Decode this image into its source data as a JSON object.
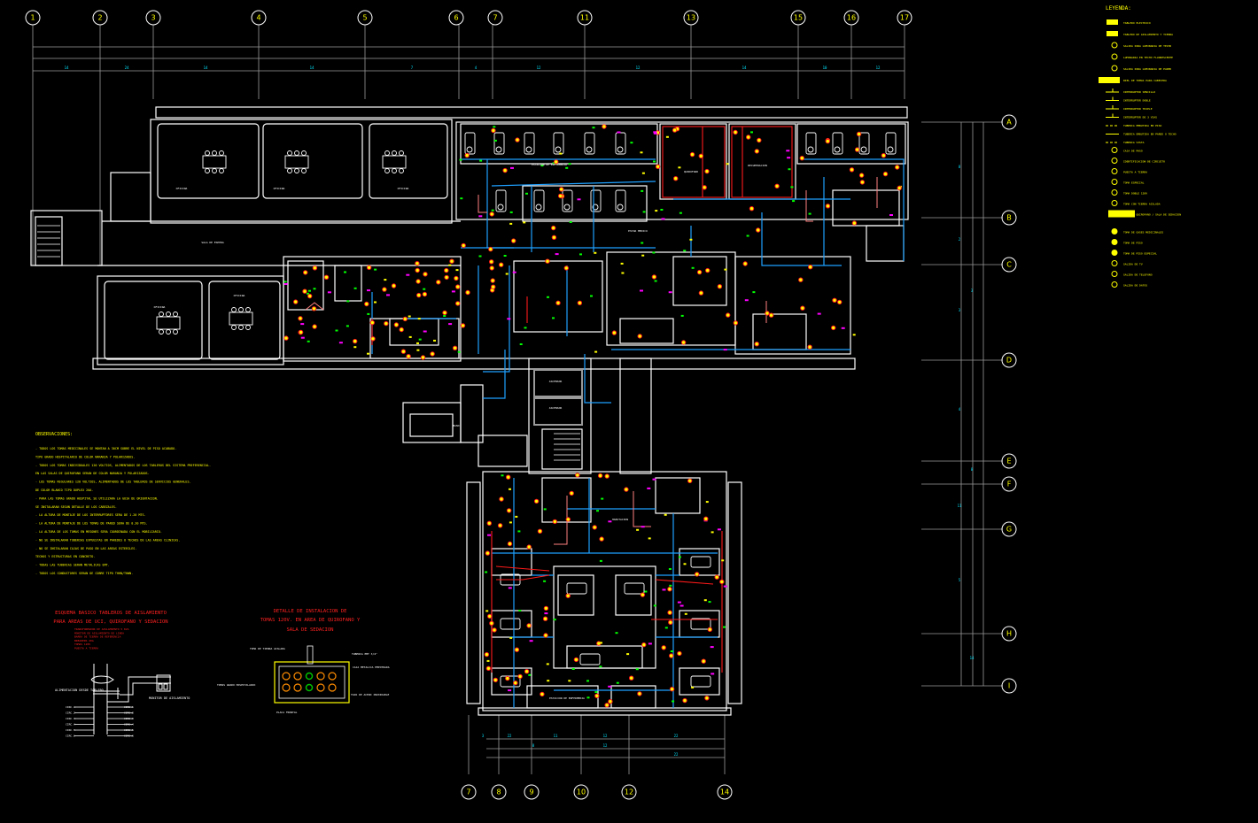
{
  "drawing": {
    "type": "Electrical floor plan (CAD)",
    "background": "#000000"
  },
  "colors": {
    "wall": "#ffffff",
    "grid": "#9a9a9a",
    "bubble_text": "#ffff00",
    "dimension_text": "#00e5ff",
    "conduit_blue": "#1ea0ff",
    "circuit_red": "#ff1a1a",
    "note_yellow": "#ffff00",
    "title_red": "#ff2020",
    "outlet_orange": "#ff8c00",
    "outlet_green": "#00c000",
    "device_magenta": "#ff00ff",
    "device_green": "#00ff00",
    "pink_fixture": "#ff8080"
  },
  "grid_axes_top": [
    "1",
    "2",
    "3",
    "4",
    "5",
    "6",
    "7",
    "11",
    "13",
    "15",
    "16",
    "17"
  ],
  "grid_axes_bottom": [
    "7",
    "8",
    "9",
    "10",
    "12",
    "14"
  ],
  "grid_axes_right": [
    "A",
    "B",
    "C",
    "D",
    "E",
    "F",
    "G",
    "H",
    "I"
  ],
  "dimensions_top": [
    "14",
    "24",
    "14",
    "14",
    "7",
    "4",
    "12",
    "12",
    "14",
    "10",
    "12"
  ],
  "dimensions_right": [
    "8",
    "2",
    "3",
    "3",
    "4",
    "8",
    "11",
    "5",
    "14"
  ],
  "dimensions_bottom": [
    "3",
    "22",
    "11",
    "12",
    "22",
    "8",
    "12",
    "22"
  ],
  "legend": {
    "title": "LEYENDA:",
    "items": [
      {
        "symbol": "panel-icon",
        "label": "TABLERO ELECTRICO"
      },
      {
        "symbol": "panel-ground-icon",
        "label": "TABLERO DE AISLAMIENTO Y TIERRA"
      },
      {
        "symbol": "circle-x-icon",
        "label": "SALIDA PARA LUMINARIA DE TECHO"
      },
      {
        "symbol": "ceiling-light-icon",
        "label": "LUMINARIA EN TECHO FLUORESCENTE"
      },
      {
        "symbol": "wall-light-icon",
        "label": "SALIDA PARA LUMINARIA DE PARED"
      },
      {
        "symbol": "rail-icon",
        "label": "RIEL DE TOMAS PARA CABECERA"
      },
      {
        "symbol": "switch-single-icon",
        "label": "INTERRUPTOR SENCILLO"
      },
      {
        "symbol": "switch-double-icon",
        "label": "INTERRUPTOR DOBLE"
      },
      {
        "symbol": "switch-triple-icon",
        "label": "INTERRUPTOR TRIPLE"
      },
      {
        "symbol": "switch-3way-icon",
        "label": "INTERRUPTOR DE 3 VIAS"
      },
      {
        "symbol": "dashed-line-icon",
        "label": "TUBERIA EMBUTIDA EN PISO"
      },
      {
        "symbol": "solid-line-icon",
        "label": "TUBERIA EMBUTIDA EN PARED O TECHO"
      },
      {
        "symbol": "dotted-line-icon",
        "label": "TUBERIA VISTA"
      },
      {
        "symbol": "junction-icon",
        "label": "CAJA DE PASO"
      },
      {
        "symbol": "circuit-tag-icon",
        "label": "IDENTIFICACION DE CIRCUITO"
      },
      {
        "symbol": "ground-icon",
        "label": "PUESTA A TIERRA"
      },
      {
        "symbol": "square-outlet-icon",
        "label": "TOMA ESPECIAL"
      },
      {
        "symbol": "circle-1-icon",
        "label": "TOMA DOBLE 120V"
      },
      {
        "symbol": "circle-g-icon",
        "label": "TOMA CON TIERRA AISLADA"
      },
      {
        "symbol": "yellow-bar-icon",
        "label": "AREA DE QUIROFANO / SALA DE SEDACION"
      },
      {
        "symbol": "box-star-icon",
        "label": "TOMA DE GASES MEDICINALES"
      },
      {
        "symbol": "star-icon",
        "label": "TOMA DE PISO"
      },
      {
        "symbol": "star-small-icon",
        "label": "TOMA DE PISO ESPECIAL"
      },
      {
        "symbol": "tv-icon",
        "label": "SALIDA DE TV"
      },
      {
        "symbol": "tel-icon",
        "label": "SALIDA DE TELEFONO"
      },
      {
        "symbol": "data-icon",
        "label": "SALIDA DE DATOS"
      }
    ]
  },
  "observations": {
    "title": "OBSERVACIONES:",
    "items": [
      "- TODOS LOS TOMAS MEDICINALES SE MONTAN A 30CM SOBRE EL NIVEL DE PISO ACABADO.",
      "  TIPO GRADO HOSPITALARIO DE COLOR NARANJA Y POLARIZADOS.",
      "- TODOS LOS TOMAS INDIVIDUALES 120 VOLTIOS, ALIMENTADOS DE LOS TABLEROS DEL SISTEMA PREFERENCIAL.",
      "  EN LAS SALAS DE QUIROFANO SERAN DE COLOR NARANJA Y POLARIZADOS.",
      "- LOS TOMAS REGULARES 120 VOLTIOS, ALIMENTADOS DE LOS TABLEROS DE SERVICIOS GENERALES.",
      "  DE COLOR BLANCO TIPO DUPLEX 20A.",
      "- PARA LAS TOMAS GRADO HOSPITAL SE UTILIZARA LA GUIA DE ORIENTACION.",
      "  SE INSTALARAN SEGUN DETALLE DE LOS CABEZALES.",
      "- LA ALTURA DE MONTAJE DE LOS INTERRUPTORES SERA DE 1.20 MTS.",
      "- LA ALTURA DE MONTAJE DE LOS TOMAS DE PARED SERA DE 0.30 MTS.",
      "- LA ALTURA DE LOS TOMAS EN MESONES SERA COORDINADA CON EL MOBILIARIO.",
      "- NO SE INSTALARAN TUBERIAS EXPUESTAS EN PAREDES O TECHOS DE LAS AREAS CLINICAS.",
      "- NO SE INSTALARAN CAJAS DE PASO EN LAS AREAS ESTERILES.",
      "  TECHOS Y ESTRUCTURAS EN CONCRETO.",
      "- TODAS LAS TUBERIAS SERAN METALICAS EMT.",
      "- TODOS LOS CONDUCTORES SERAN DE COBRE TIPO THHN/THWN."
    ]
  },
  "detail_panel": {
    "title_line1": "ESQUEMA BASICO TABLEROS DE AISLAMIENTO",
    "title_line2": "PARA AREAS DE UCI, QUIROFANO Y SEDACION",
    "notes": [
      "TRANSFORMADOR DE AISLAMIENTO 5 KVA",
      "MONITOR DE AISLAMIENTO DE LINEA",
      "BARRA DE TIERRA DE REFERENCIA",
      "BREAKERS 20A",
      "TOMAS 120V",
      "PUESTA A TIERRA"
    ],
    "left_label": "ALIMENTACION DESDE TABLERO",
    "right_label": "MONITOR DE AISLAMIENTO",
    "circuit_labels": [
      "CIRC.1",
      "CIRC.2",
      "CIRC.3",
      "CIRC.4",
      "CIRC.5",
      "CIRC.6"
    ]
  },
  "detail_outlets": {
    "title_line1": "DETALLE DE INSTALACION DE",
    "title_line2": "TOMAS 120V. EN AREA DE QUIROFANO Y",
    "title_line3": "SALA DE SEDACION",
    "callouts": [
      "TOMA DE TIERRA AISLADA",
      "TUBERIA EMT 3/4\"",
      "CAJA METALICA EMPOTRADA",
      "TOMAS GRADO HOSPITALARIO",
      "TAPA DE ACERO INOXIDABLE",
      "PLACA FRONTAL"
    ]
  },
  "room_labels": [
    "OFICINA",
    "OFICINA",
    "OFICINA",
    "SALA DE ESPERA",
    "OFICINA",
    "OFICINA",
    "ESTACION DE ENFERMERIA",
    "QUIROFANO",
    "RECUPERACION",
    "ESTAR MEDICO",
    "ASCENSOR",
    "ASCENSOR",
    "HABITACION",
    "ESTACION DE ENFERMERIA",
    "BANO"
  ]
}
